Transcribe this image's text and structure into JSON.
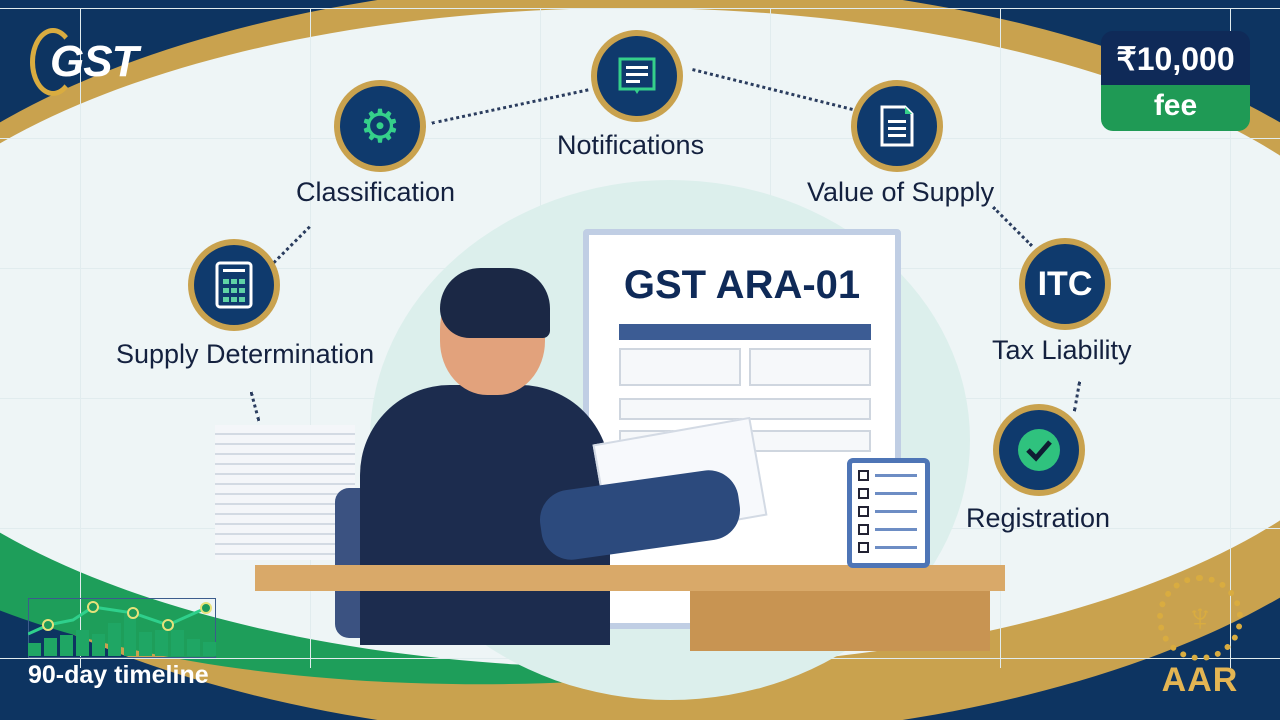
{
  "logo": {
    "text": "GST"
  },
  "fee_badge": {
    "amount": "₹10,000",
    "label": "fee",
    "colors": {
      "top": "#0f2a58",
      "bottom": "#1f9a55"
    }
  },
  "document": {
    "title": "GST ARA-01"
  },
  "topics": [
    {
      "label": "Supply Determination",
      "icon": "calculator-icon"
    },
    {
      "label": "Classification",
      "icon": "gear-icon"
    },
    {
      "label": "Notifications",
      "icon": "notice-icon"
    },
    {
      "label": "Value of Supply",
      "icon": "document-icon"
    },
    {
      "label": "Tax Liability",
      "icon": "itc-icon",
      "icon_text": "ITC"
    },
    {
      "label": "Registration",
      "icon": "checkmark-icon"
    }
  ],
  "timeline": {
    "caption": "90-day timeline",
    "bars": [
      30,
      42,
      50,
      62,
      52,
      78,
      100,
      58,
      62,
      62,
      40,
      34
    ]
  },
  "aar_emblem": {
    "text": "AAR"
  },
  "colors": {
    "navy": "#0d3461",
    "gold": "#c9a24e",
    "green": "#1f9a55"
  }
}
